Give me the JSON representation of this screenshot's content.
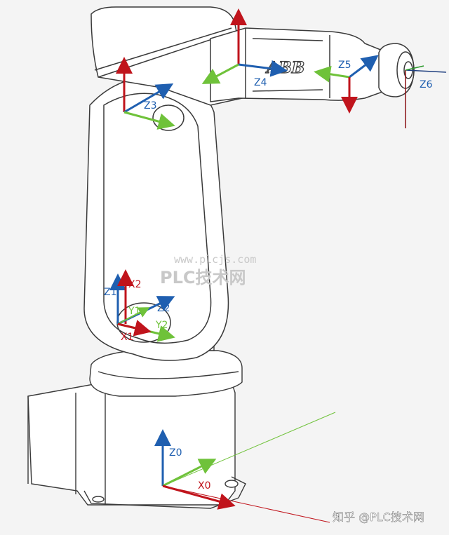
{
  "colors": {
    "x_axis": "#c0141c",
    "y_axis": "#6fc23a",
    "z_axis": "#1f5fb0",
    "outline": "#3a3a3a",
    "body_fill": "#ffffff"
  },
  "brand": "ABB",
  "frames": {
    "z0": "Z0",
    "x0": "X0",
    "z1": "Z1",
    "x1": "X1",
    "y1": "Y1",
    "z2": "Z2",
    "x2": "X2",
    "y2": "Y2",
    "z3": "Z3",
    "z4": "Z4",
    "z5": "Z5",
    "z6": "Z6"
  },
  "watermark": {
    "url": "www.plcjs.com",
    "name": "PLC技术网",
    "credit": "知乎 @PLC技术网"
  }
}
